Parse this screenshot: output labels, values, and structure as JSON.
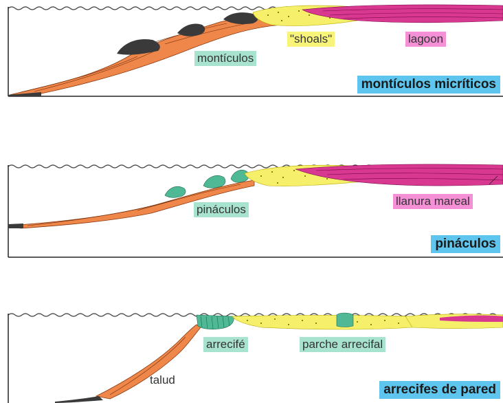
{
  "panels": [
    {
      "title": "montículos micríticos",
      "labels": {
        "mounds": "montículos",
        "shoals": "\"shoals\"",
        "lagoon": "lagoon"
      }
    },
    {
      "title": "pináculos",
      "labels": {
        "pinnacles": "pináculos",
        "tidal_flat": "llanura mareal"
      }
    },
    {
      "title": "arrecifes de pared",
      "labels": {
        "reef": "arrecifé",
        "patch_reef": "parche arrecifal",
        "slope": "talud"
      }
    }
  ],
  "colors": {
    "slope_sediment": "#f0874a",
    "micrite": "#3a3a3a",
    "shoal": "#f5ef6a",
    "lagoon": "#d8388f",
    "reef": "#4fb894",
    "frame": "#222222",
    "water": "#444444"
  }
}
